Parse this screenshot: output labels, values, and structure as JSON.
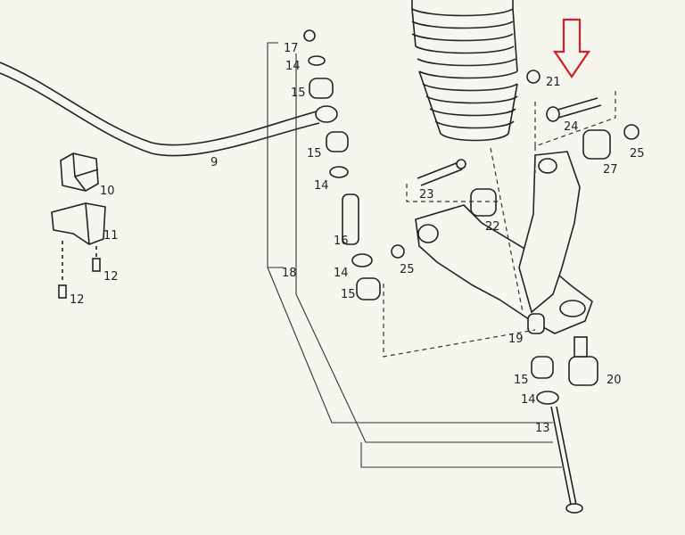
{
  "parts": {
    "p9": "9",
    "p10": "10",
    "p11": "11",
    "p12a": "12",
    "p12b": "12",
    "p13": "13",
    "p14a": "14",
    "p14b": "14",
    "p14c": "14",
    "p14d": "14",
    "p15a": "15",
    "p15b": "15",
    "p15c": "15",
    "p15d": "15",
    "p16": "16",
    "p17": "17",
    "p18": "18",
    "p19": "19",
    "p20": "20",
    "p21": "21",
    "p22": "22",
    "p23": "23",
    "p24": "24",
    "p25a": "25",
    "p25b": "25",
    "p27": "27"
  },
  "colors": {
    "ink": "#222222",
    "arrow": "#d0202a",
    "paper": "#f6f5ee"
  }
}
